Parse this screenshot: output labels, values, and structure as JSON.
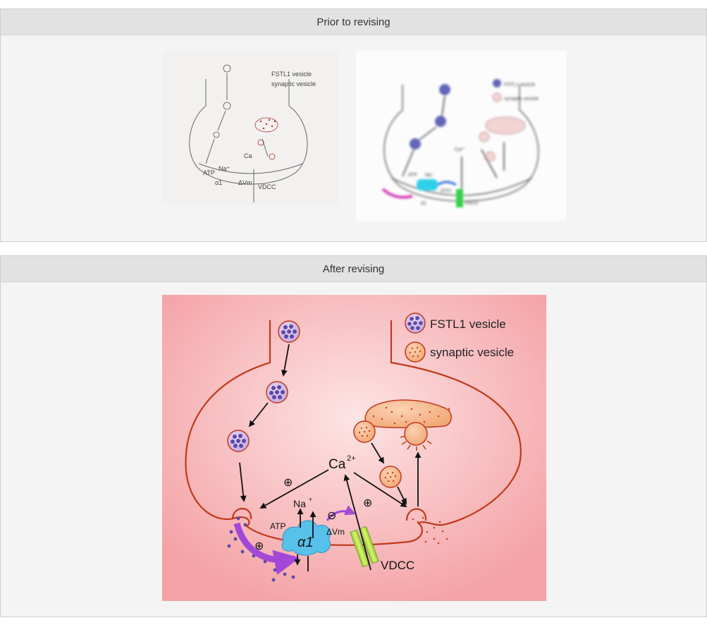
{
  "panels": {
    "before": {
      "title": "Prior to revising"
    },
    "after": {
      "title": "After revising"
    }
  },
  "sketch": {
    "legend_fstl1": "FSTL1 vesicle",
    "legend_synaptic": "synaptic vesicle",
    "ca": "Ca",
    "na": "Na⁺",
    "alpha": "α1",
    "dvm": "ΔVm",
    "vdcc": "VDCC",
    "atp": "ATP"
  },
  "blurry": {
    "legend_fstl1": "FSTL1 vesicle",
    "legend_synaptic": "synaptic vesicle",
    "ca": "Ca²⁺",
    "na": "Na⁺",
    "alpha": "α1",
    "dvm": "ΔVm",
    "vdcc": "VDCC",
    "atp": "ATP"
  },
  "diagram": {
    "legend": {
      "fstl1": "FSTL1 vesicle",
      "synaptic": "synaptic vesicle"
    },
    "ca": "Ca",
    "ca_sup": "2+",
    "na": "Na",
    "na_sup": "+",
    "atp": "ATP",
    "alpha": "α1",
    "dvm": "ΔVm",
    "vdcc": "VDCC",
    "plus": "⊕",
    "minus": "⊖",
    "colors": {
      "membrane": "#c0391b",
      "fstl1_fill": "#7463b8",
      "fstl1_dot": "#3a2f86",
      "synaptic_fill": "#f1a877",
      "synaptic_dot": "#c9421b",
      "pump": "#57c1ea",
      "vdcc": "#b3dd3f",
      "arrow_purple": "#a148d8",
      "bg_center": "#fde2e3",
      "bg_edge": "#f4a3a6"
    }
  }
}
